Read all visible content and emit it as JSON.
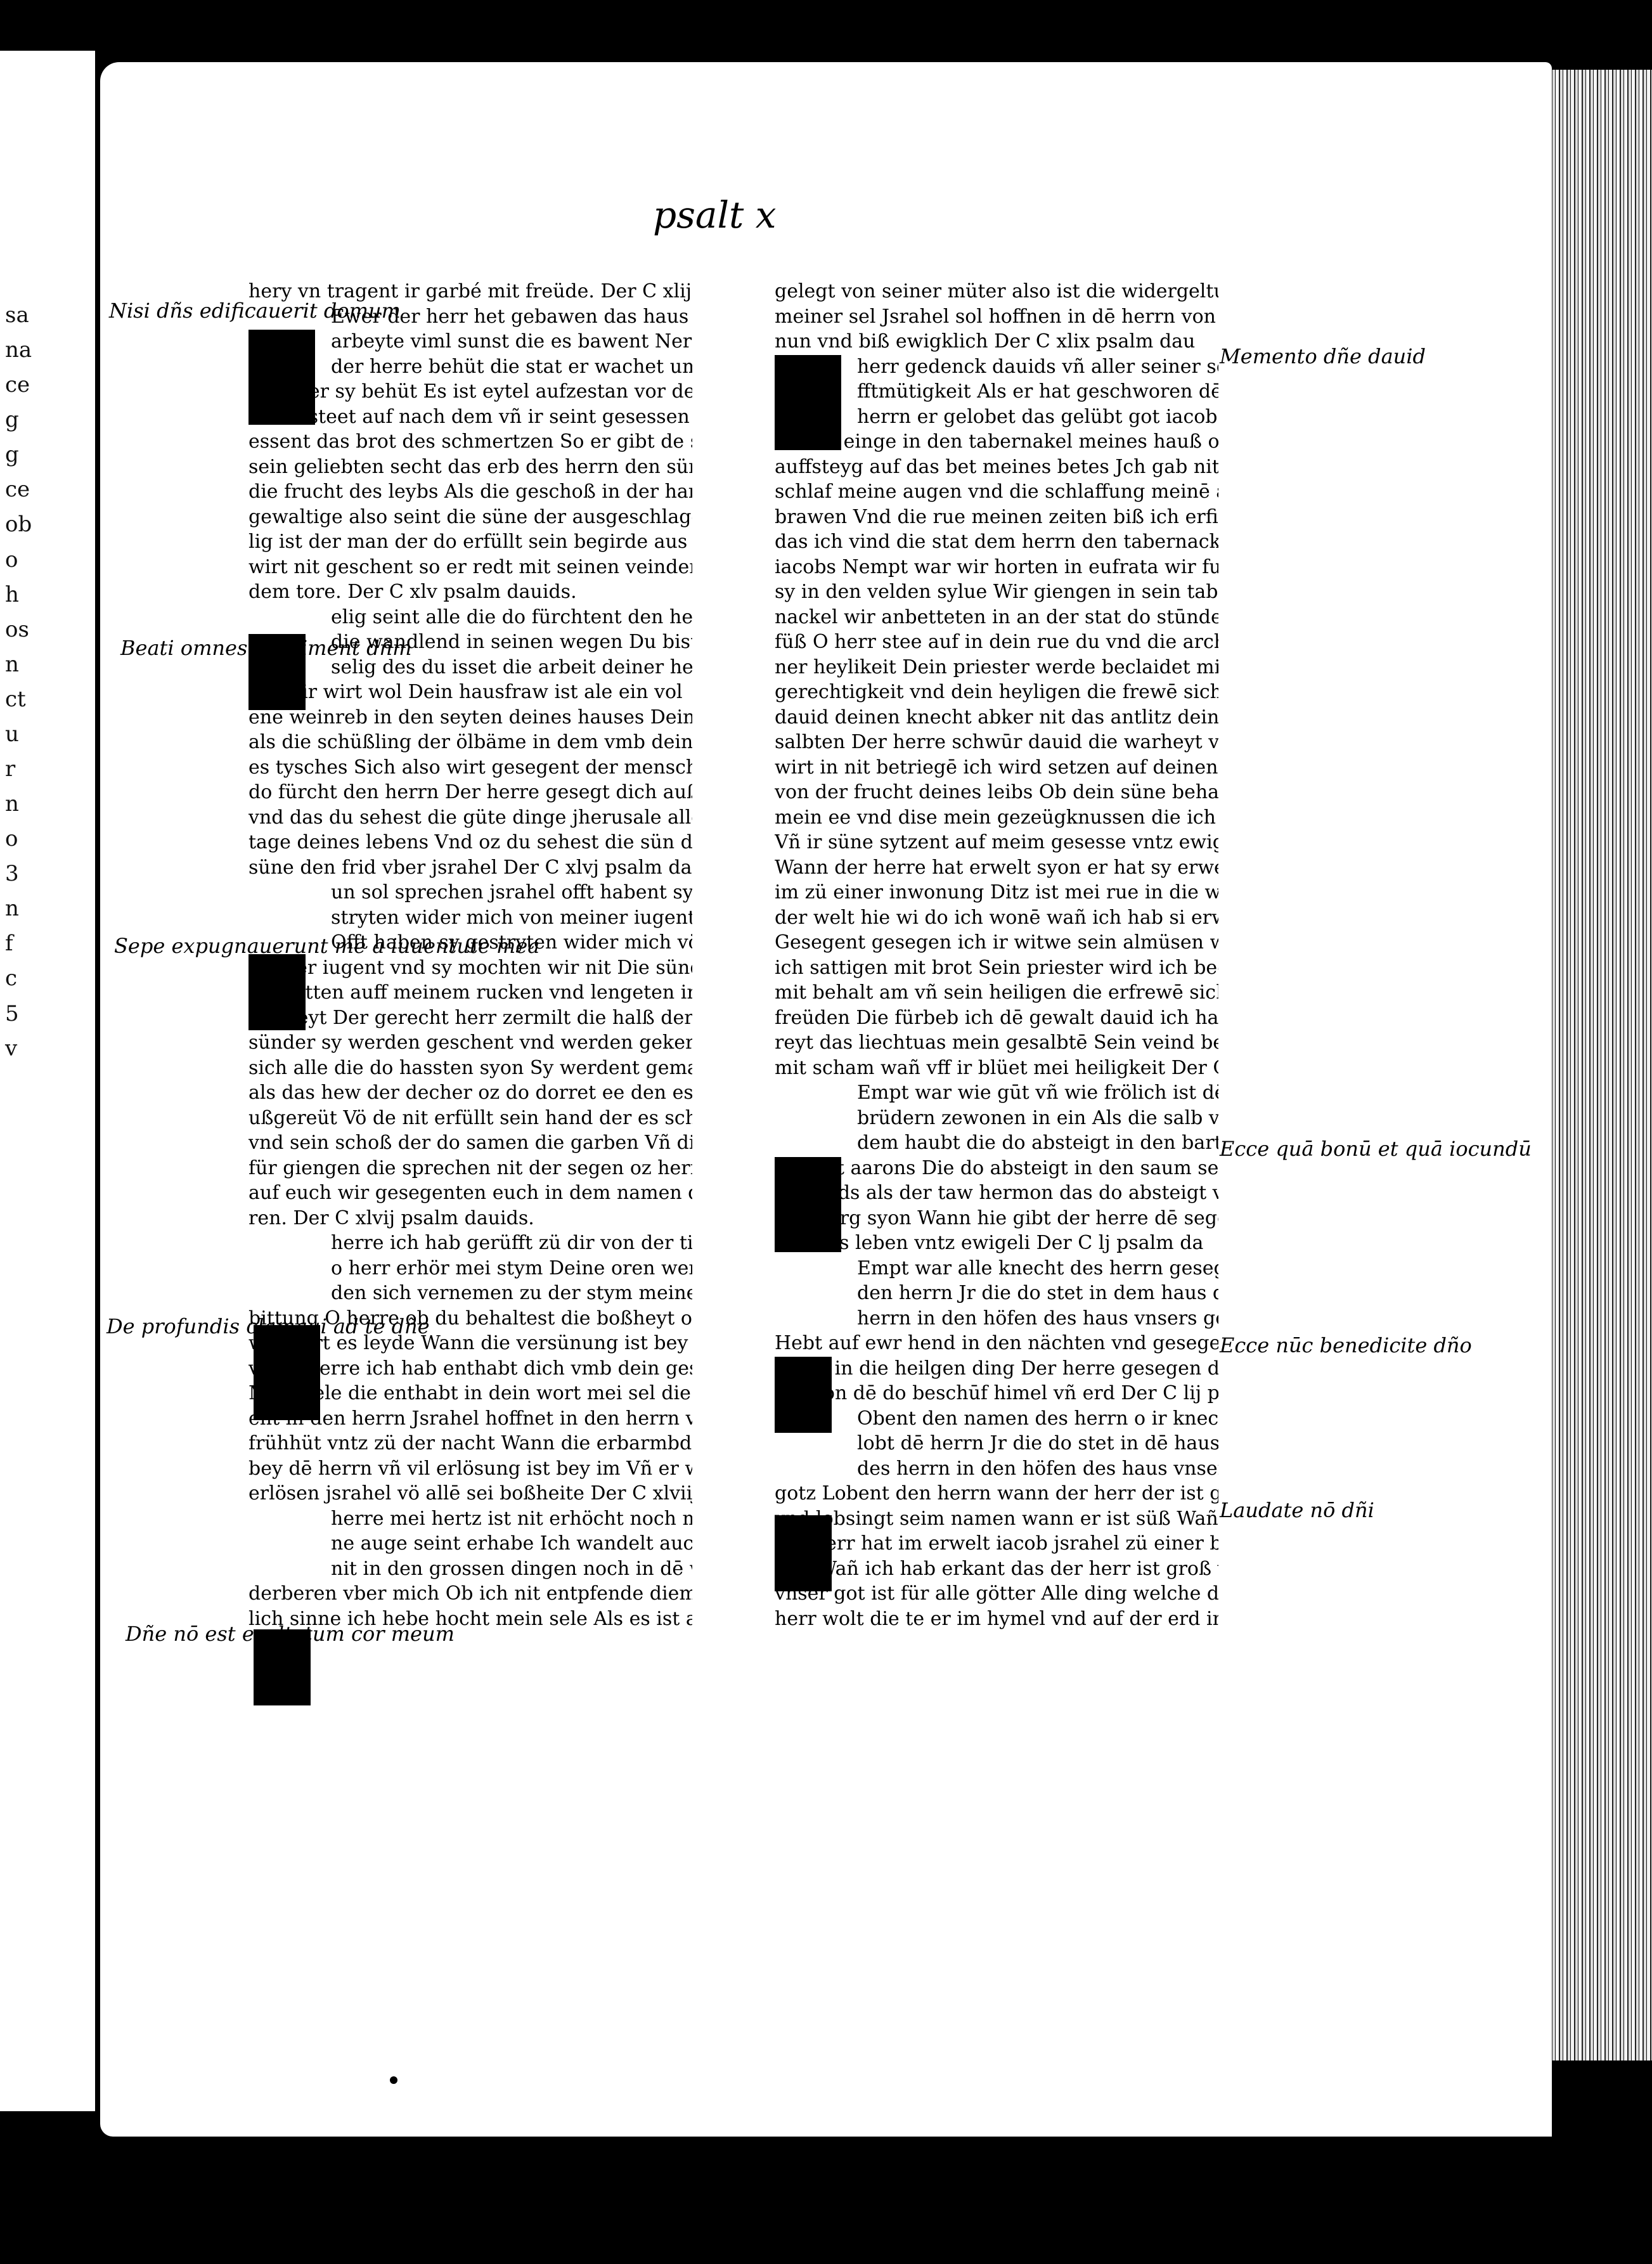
{
  "prev_page_fragments": [
    "sa",
    "na",
    "ce",
    "g",
    "g",
    "ce",
    "ob",
    "o",
    "h",
    "os",
    "n",
    "ct",
    "u",
    "r",
    "n",
    "o",
    "3",
    "n",
    "f",
    "c",
    "5",
    "v"
  ],
  "header": "psalt x",
  "left_column": [
    "hery vn tragent ir garbé mit freüde. Der C xlij",
    "Ewer der herr het gebawen das haus sy",
    "arbeyte viml sunst die es bawent Ner",
    "der herre behüt die stat er wachet umb",
    "unst der sy behüt Es ist eytel aufzestan vor dem",
    "liecht steet auf nach dem vñ ir seint gesessen ir die do",
    "essent das brot des schmertzen So er gibt de schlaf",
    "sein geliebten secht das erb des herrn den süne",
    "die frucht des leybs Als die geschoß in der hand oz",
    "gewaltige also seint die süne der ausgeschlage Sä",
    "lig ist der man der do erfüllt sein begirde aus in er",
    "wirt nit geschent so er redt mit seinen veinden vnd",
    "dem tore. Der C xlv psalm dauids.",
    "elig seint alle die do fürchtent den herrn",
    "die wandlend in seinen wegen Du bist",
    "selig des du isset die arbeit deiner hend",
    "vnd dir wirt wol Dein hausfraw ist ale ein vol",
    "ene weinreb in den seyten deines hauses Dein süne",
    "als die schüßling der ölbäme in dem vmb deinem",
    "es tysches Sich also wirt gesegent der mensch der",
    "do fürcht den herrn Der herre gesegt dich auß syon",
    "vnd das du sehest die güte dinge jherusale alle die",
    "tage deines lebens Vnd oz du sehest die sün deiner",
    "süne den frid vber jsrahel Der C xlvj psalm da",
    "un sol sprechen jsrahel offt habent sy ge",
    "stryten wider mich von meiner iugent",
    "Offt haben sy gestryten wider mich vö",
    "meiner iugent vnd sy mochten wir nit Die sünder",
    "schmitten auff meinem rucken vnd lengeten ir",
    "boßheyt Der gerecht herr zermilt die halß der",
    "sünder sy werden geschent vnd werden gekert hinder",
    "sich alle die do hassten syon Sy werdent gemacht",
    "als das hew der decher oz do dorret ee den es wirt",
    "ußgereüt Vö de nit erfüllt sein hand der es schneit",
    "vnd sein schoß der do samen die garben Vñ die do",
    "für giengen die sprechen nit der segen oz herrn sey",
    "auf euch wir gesegenten euch in dem namen des her",
    "ren. Der C xlvij psalm dauids.",
    "herre ich hab gerüfft zü dir von der tieff",
    "o herr erhör mei stym Deine oren wer",
    "den sich vernemen zu der stym meiner",
    "bittung O herre ob du behaltest die boßheyt o herr",
    "wer wirt es leyde Wann die versünung ist bey dir",
    "vnd o herre ich hab enthabt dich vmb dein gesatzte",
    "Mein sele die enthabt in dein wort mei sel die hoff",
    "ent in den herrn Jsrahel hoffnet in den herrn von o",
    "frühhüt vntz zü der nacht Wann die erbarmbde ist",
    "bey dē herrn vñ vil erlösung ist bey im Vñ er wirt",
    "erlösen jsrahel vö allē sei boßheite Der C xlviij",
    "herre mei hertz ist nit erhöcht noch mei",
    "ne auge seint erhabe Ich wandelt auch",
    "nit in den grossen dingen noch in dē wü",
    "derberen vber mich Ob ich nit entpfende diemütig",
    "lich sinne ich hebe hocht mein sele Als es ist ab"
  ],
  "right_column": [
    "gelegt von seiner müter also ist die widergeltung",
    "meiner sel Jsrahel sol hoffnen in dē herrn von ietz",
    "nun vnd biß ewigklich Der C xlix psalm dau",
    "herr gedenck dauids vñ aller seiner sen",
    "fftmütigkeit Als er hat geschworen dē",
    "herrn er gelobet das gelübt got iacobs",
    "Ob ich einge in den tabernakel meines hauß ob ich",
    "auffsteyg auf das bet meines betes Jch gab nit den",
    "schlaf meine augen vnd die schlaffung meinē aug",
    "brawen Vnd die rue meinen zeiten biß ich erfinde die",
    "das ich vind die stat dem herrn den tabernackel gotz",
    "iacobs Nempt war wir horten in eufrata wir funde",
    "sy in den velden sylue Wir giengen in sein taber",
    "nackel wir anbetteten in an der stat do stūnde sein",
    "füß O herr stee auf in dein rue du vnd die arch dei",
    "ner heylikeit Dein priester werde beclaidet mit der",
    "gerechtigkeit vnd dein heyligen die frewē sich Vm",
    "dauid deinen knecht abker nit das antlitz deins ge",
    "salbten Der herre schwūr dauid die warheyt vnd",
    "wirt in nit betriegē ich wird setzen auf deinen stūle",
    "von der frucht deines leibs Ob dein süne behaltent",
    "mein ee vnd dise mein gezeügknussen die ich sy lere",
    "Vñ ir süne sytzent auf meim gesesse vntz ewigklich",
    "Wann der herre hat erwelt syon er hat sy erwelt",
    "im zü einer inwonung Ditz ist mei rue in die welt",
    "der welt hie wi do ich wonē wañ ich hab si erwelt",
    "Gesegent gesegen ich ir witwe sein almüsen wir de",
    "ich sattigen mit brot Sein priester wird ich beclaiden",
    "mit behalt am vñ sein heiligen die erfrewē sich mit",
    "freüden Die fürbeb ich dē gewalt dauid ich hab be",
    "reyt das liechtuas mein gesalbtē Sein veind beclaide",
    "mit scham wañ vff ir blüet mei heiligkeit Der C l",
    "Empt war wie gūt vñ wie frölich ist dē",
    "brüdern zewonen in ein Als die salb vff",
    "dem haubt die do absteigt in den bart in",
    "dē bart aarons Die do absteigt in den saum seines",
    "gewands als der taw hermon das do absteigt vff",
    "den berg syon Wann hie gibt der herre dē segen",
    "vnd das leben vntz ewigeli Der C lj psalm da",
    "Empt war alle knecht des herrn gesegent",
    "den herrn Jr die do stet in dem haus des",
    "herrn in den höfen des haus vnsers gotz",
    "Hebt auf ewr hend in den nächten vnd gesegent de",
    "herrn in die heilgen ding Der herre gesegen dich",
    "vö syon dē do beschūf himel vñ erd Der C lij p",
    "Obent den namen des herrn o ir knechte",
    "lobt dē herrn Jr die do stet in dē haus",
    "des herrn in den höfen des haus vnsers",
    "gotz Lobent den herrn wann der herr der ist güt",
    "vnd lobsingt seim namen wann er ist süß Wañ o",
    "der herr hat im erwelt iacob jsrahel zü einer besitz",
    "ung Wañ ich hab erkant das der herr ist groß vñ",
    "vnser got ist für alle götter Alle ding welche der",
    "herr wolt die te er im hymel vnd auf der erd in dē"
  ],
  "marginalia_left": [
    "Nisi dñs edificauerit domum",
    "Beati omnes qui timent dñm",
    "Sepe expugnauerunt me a iuuentute mea",
    "De profundis clamaui ad te dñe",
    "Dñe nō est exaltatum cor meum"
  ],
  "marginalia_right": [
    "Memento dñe dauid",
    "Ecce quā bonū et quā iocundū",
    "Ecce nūc benedicite dño",
    "Laudate nō dñi"
  ]
}
